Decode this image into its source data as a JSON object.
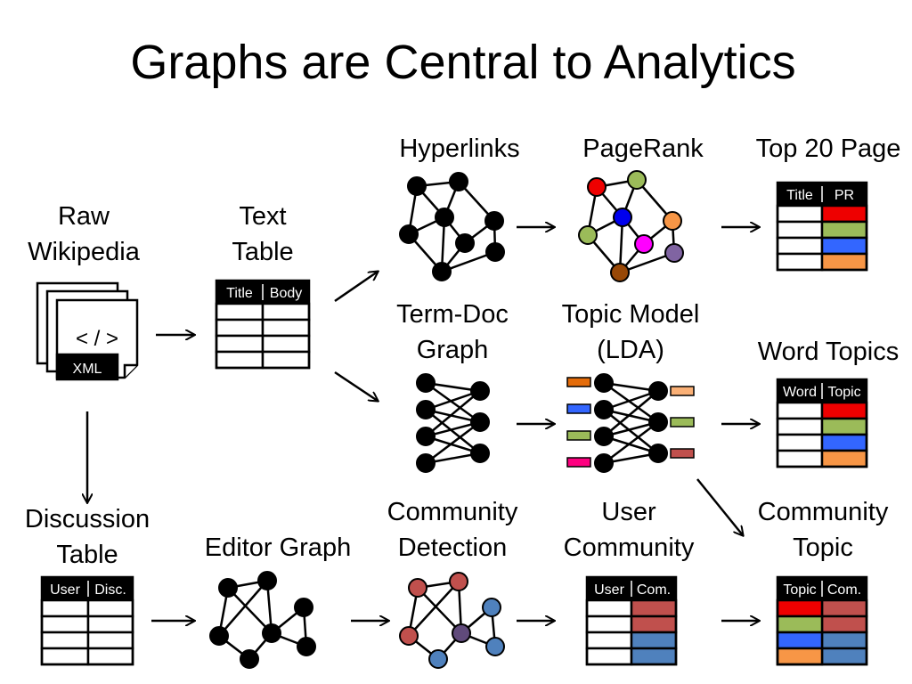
{
  "title": "Graphs are Central to Analytics",
  "labels": {
    "raw_wikipedia": [
      "Raw",
      "Wikipedia"
    ],
    "text_table": [
      "Text",
      "Table"
    ],
    "hyperlinks": "Hyperlinks",
    "pagerank": "PageRank",
    "top20": "Top 20 Page",
    "term_doc": [
      "Term-Doc",
      "Graph"
    ],
    "topic_model": [
      "Topic Model",
      "(LDA)"
    ],
    "word_topics": "Word Topics",
    "discussion_table": [
      "Discussion",
      "Table"
    ],
    "editor_graph": "Editor Graph",
    "community_detection": [
      "Community",
      "Detection"
    ],
    "user_community": [
      "User",
      "Community"
    ],
    "community_topic": [
      "Community",
      "Topic"
    ]
  },
  "doc_icon": {
    "code": "< / >",
    "tag": "XML"
  },
  "tables": {
    "text_table": {
      "headers": [
        "Title",
        "Body"
      ]
    },
    "top20": {
      "headers": [
        "Title",
        "PR"
      ]
    },
    "word_topics": {
      "headers": [
        "Word",
        "Topic"
      ]
    },
    "discussion": {
      "headers": [
        "User",
        "Disc."
      ]
    },
    "user_community": {
      "headers": [
        "User",
        "Com."
      ]
    },
    "community_topic": {
      "headers": [
        "Topic",
        "Com."
      ]
    }
  },
  "colors": {
    "red": "#ee0000",
    "green": "#9bbb59",
    "blue": "#3366ff",
    "orange": "#f79646",
    "lda_orange": "#e46c0a",
    "lda_blue": "#3366ff",
    "lda_green": "#9bbb59",
    "lda_pink": "#ff0080",
    "lda_peach": "#fab076",
    "lda_maroon": "#c0504d",
    "pr_green": "#9bbb59",
    "pr_blue": "#0000ee",
    "pr_orange": "#f79646",
    "pr_magenta": "#ff00ff",
    "pr_purple": "#8064a2",
    "pr_brown": "#984807",
    "com_red": "#c0504d",
    "com_blue": "#4f81bd",
    "com_purple": "#604a7b"
  }
}
